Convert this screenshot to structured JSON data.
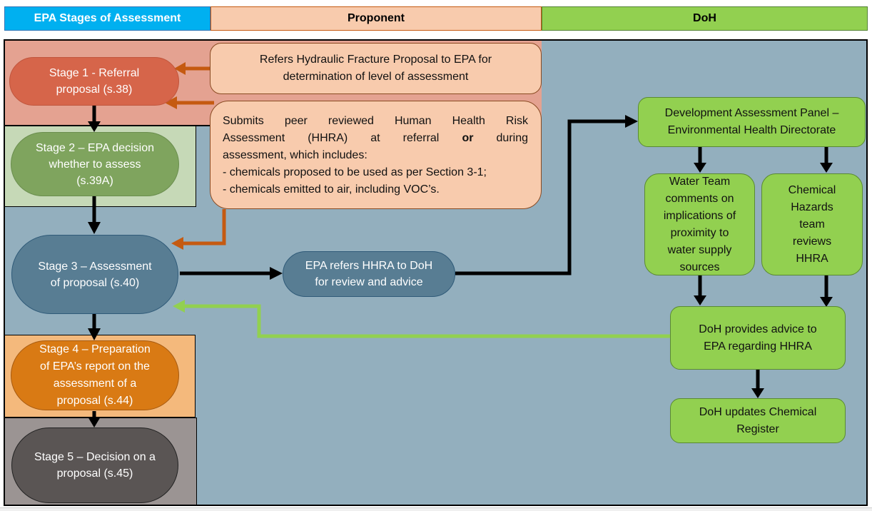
{
  "headers": {
    "epa": "EPA Stages of Assessment",
    "proponent": "Proponent",
    "doh": "DoH"
  },
  "colors": {
    "epa_header": "#00b0f0",
    "proponent_header": "#f8cbad",
    "doh_header": "#92d050",
    "canvas": "#93afbe",
    "arrow_black": "#000000",
    "arrow_orange": "#c55a11",
    "arrow_green": "#92d050"
  },
  "stages": [
    {
      "line1": "Stage 1 - Referral",
      "line2": "proposal (s.38)"
    },
    {
      "line1": "Stage 2 – EPA decision",
      "line2": "whether to assess",
      "line3": "(s.39A)"
    },
    {
      "line1": "Stage 3 – Assessment",
      "line2": "of proposal (s.40)"
    },
    {
      "line1": "Stage 4 – Preparation",
      "line2": "of EPA’s report on the",
      "line3": "assessment of a",
      "line4": "proposal (s.44)"
    },
    {
      "line1": "Stage 5 – Decision on a",
      "line2": "proposal (s.45)"
    }
  ],
  "proponent": {
    "refers": {
      "line1": "Refers Hydraulic Fracture Proposal to EPA for",
      "line2": "determination of level of assessment"
    },
    "submits": {
      "line1": "Submits peer reviewed Human Health Risk",
      "line2_pre": "Assessment (HHRA) at referral",
      "line2_bold": "or",
      "line2_post": "during",
      "line3": "assessment, which includes:",
      "bullet1": "- chemicals proposed to be used as per Section 3-1;",
      "bullet2": "- chemicals emitted to air, including VOC’s."
    }
  },
  "epa_refers": {
    "line1": "EPA refers HHRA to DoH",
    "line2": "for review and  advice"
  },
  "doh": {
    "panel": {
      "line1": "Development Assessment Panel –",
      "line2": "Environmental Health Directorate"
    },
    "water": [
      "Water Team",
      "comments on",
      "implications of",
      "proximity to",
      "water supply",
      "sources"
    ],
    "chemical": [
      "Chemical",
      "Hazards",
      "team",
      "reviews",
      "HHRA"
    ],
    "advice": {
      "line1": "DoH provides advice to",
      "line2": "EPA regarding HHRA"
    },
    "register": {
      "line1": "DoH updates Chemical",
      "line2": "Register"
    }
  }
}
